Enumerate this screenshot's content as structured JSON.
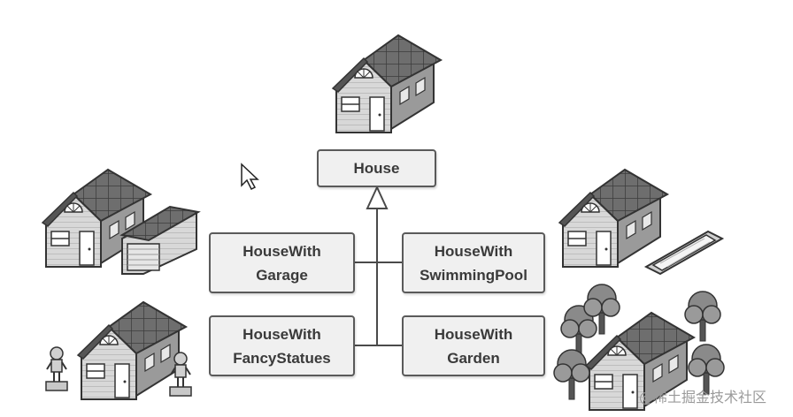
{
  "diagram": {
    "nodes": {
      "house": "House",
      "garage": "HouseWith\nGarage",
      "pool": "HouseWith\nSwimmingPool",
      "statues": "HouseWith\nFancyStatues",
      "garden": "HouseWith\nGarden"
    },
    "watermark": "@稀土掘金技术社区"
  },
  "colors": {
    "line": "#4a4a4a",
    "box_fill": "#f0f0f0",
    "roof": "#6e6e6e",
    "wall": "#dcdcdc",
    "tree": "#8a8a8a"
  }
}
